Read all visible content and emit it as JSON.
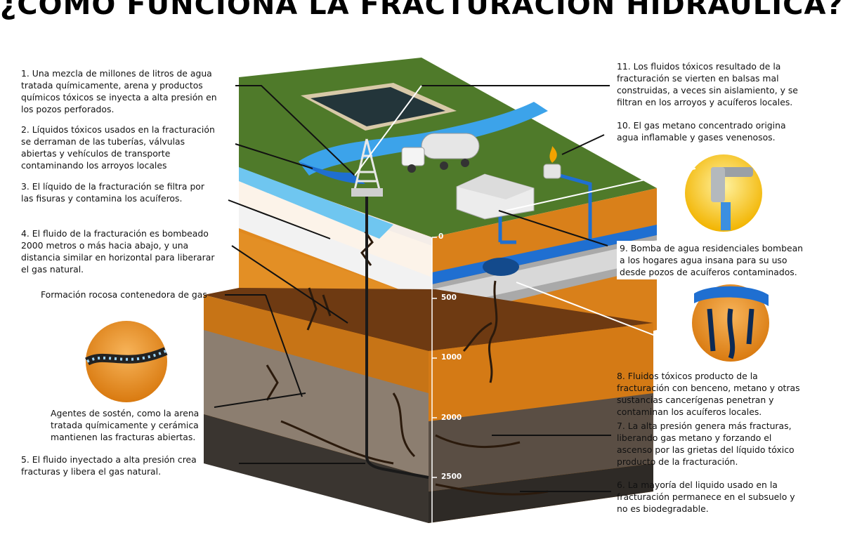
{
  "title": "¿COMO FUNCIONA LA FRACTURACION HIDRAULICA?",
  "notes": {
    "n1": [
      "1. Una mezcla de millones de litros de agua",
      "tratada químicamente, arena y productos",
      "químicos tóxicos se inyecta a alta presión en",
      "los pozos perforados."
    ],
    "n2": [
      "2. Líquidos tóxicos usados en la fracturación",
      "se derraman de las tuberías, válvulas",
      "abiertas y vehículos de transporte",
      "contaminando los arroyos locales"
    ],
    "n3": [
      "3. El líquido de la fracturación se filtra por",
      "las fisuras y contamina los acuíferos."
    ],
    "n4": [
      "4. El fluido de la fracturación es bombeado",
      "2000 metros o más hacia abajo, y una",
      "distancia similar en horizontal para liberarar",
      "el gas natural."
    ],
    "formacion": [
      "Formación rocosa contenedora de gas"
    ],
    "agentes": [
      "Agentes de sostén, como la arena",
      "tratada químicamente y cerámica",
      "mantienen las fracturas abiertas."
    ],
    "n5": [
      "5. El fluido inyectado a alta presión crea",
      "fracturas y libera el gas natural."
    ],
    "n11": [
      "11. Los fluidos tóxicos resultado de la",
      "fracturación se vierten en balsas mal",
      "construidas, a veces sin aislamiento, y se",
      "filtran en los arroyos y acuíferos locales."
    ],
    "n10": [
      "10. El gas metano concentrado origina",
      "agua inflamable y gases venenosos."
    ],
    "n9": [
      "9. Bomba de agua residenciales bombean",
      "a los hogares agua insana para su uso",
      "desde pozos de acuíferos contaminados."
    ],
    "n8": [
      "8. Fluidos tóxicos producto de la",
      "fracturación con benceno, metano y otras",
      "sustancias cancerígenas penetran y",
      "contaminan los acuíferos locales."
    ],
    "n7": [
      "7. La alta presión genera más fracturas,",
      "liberando gas metano y forzando el",
      "ascenso por las grietas del líquido tóxico",
      "producto de la fracturación."
    ],
    "n6": [
      "6. La mayoría del liquido usado en la",
      "fracturación permanece en el subsuelo y",
      "no es biodegradable."
    ]
  },
  "depth_labels": [
    "0",
    "500",
    "1000",
    "2000",
    "2500"
  ],
  "colors": {
    "grass": "#4f7a2a",
    "soil_orange": "#e0891f",
    "soil_dark": "#8a4a14",
    "rock_grey": "#8c7e70",
    "water": "#1f6fd1",
    "aquifer_light": "#6fc6f0",
    "gas_rock": "#3a3530"
  },
  "icons": [
    "drill-rig-icon",
    "tanker-truck-icon",
    "house-icon",
    "flame-icon",
    "faucet-icon",
    "aquifer-icon",
    "proppant-icon"
  ]
}
